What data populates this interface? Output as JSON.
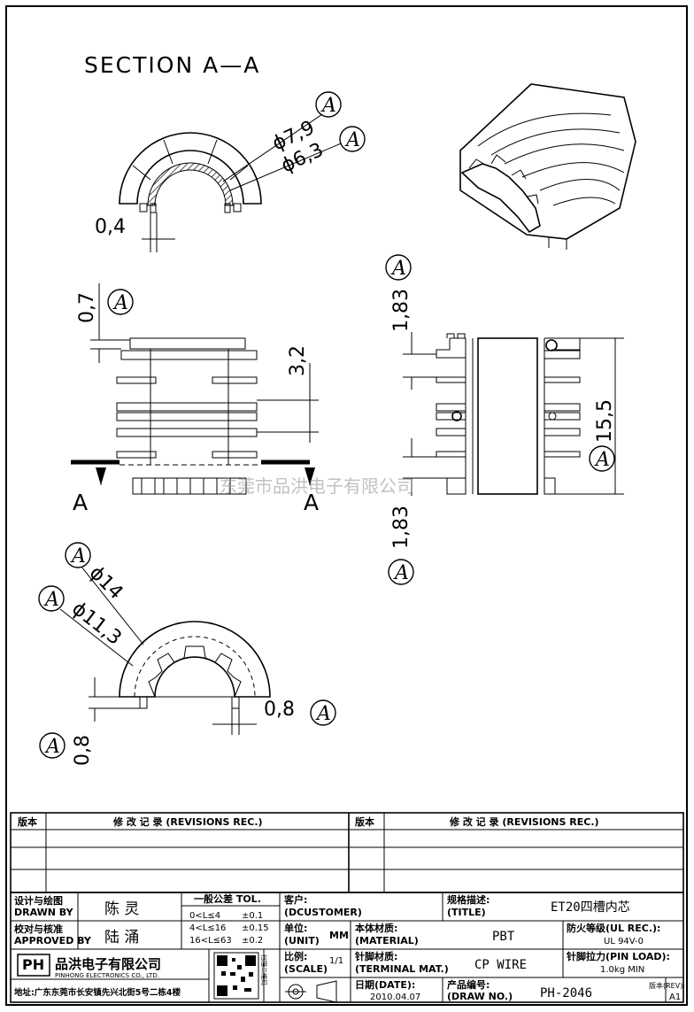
{
  "drawing": {
    "section_label": "SECTION  A—A",
    "section_mark": "A",
    "tolerance_mark": "A",
    "watermark": "东莞市品洪电子有限公司",
    "dims": {
      "outer_dia_top": "ϕ7,9",
      "inner_dia_top": "ϕ6,3",
      "wall": "0,4",
      "gap": "0,7",
      "pitch": "3,2",
      "top_margin": "1,83",
      "bottom_margin": "1,83",
      "height": "15,5",
      "outer_dia_bottom": "ϕ14",
      "inner_dia_bottom": "ϕ11,3",
      "pin_w": "0,8",
      "pin_h": "0,8"
    }
  },
  "title_block": {
    "rev_header_version": "版本",
    "rev_header_record": "修 改 记 录 (REVISIONS REC.)",
    "designer_label": "设计与绘图",
    "designer_label_en": "DRAWN BY",
    "designer": "陈 灵",
    "approver_label": "校对与核准",
    "approver_label_en": "APPROVED BY",
    "approver": "陆 涌",
    "tol_title": "一般公差 TOL.",
    "tol_rows": [
      {
        "range": "0<L≤4",
        "tol": "±0.1"
      },
      {
        "range": "4<L≤16",
        "tol": "±0.15"
      },
      {
        "range": "16<L≤63",
        "tol": "±0.2"
      }
    ],
    "customer_label": "客户:",
    "customer_label_en": "(DCUSTOMER)",
    "title_label": "规格描述:",
    "title_label_en": "(TITLE)",
    "title": "ET20四槽内芯",
    "unit_label": "单位:",
    "unit_label_en": "(UNIT)",
    "unit": "MM",
    "material_label": "本体材质:",
    "material_label_en": "(MATERIAL)",
    "material": "PBT",
    "ul_label": "防火等级(UL REC.):",
    "ul": "UL 94V-0",
    "scale_label": "比例:",
    "scale_label_en": "(SCALE)",
    "scale": "1/1",
    "terminal_label": "针脚材质:",
    "terminal_label_en": "(TERMINAL MAT.)",
    "terminal": "CP WIRE",
    "pin_load_label": "针脚拉力(PIN LOAD):",
    "pin_load": "1.0kg MIN",
    "date_label": "日期(DATE):",
    "date": "2010.04.07",
    "drawno_label": "产品编号:",
    "drawno_label_en": "(DRAW NO.)",
    "drawno": "PH-2046",
    "rev_label": "版本(REV):",
    "rev": "A1",
    "company_logo": "PH",
    "company_name": "品洪电子有限公司",
    "company_name_en": "PINHONG ELECTRONICS CO., LTD.",
    "address": "地址:广东东莞市长安镇先兴北街5号二栋4楼",
    "qr_caption": "扫描二维码"
  }
}
